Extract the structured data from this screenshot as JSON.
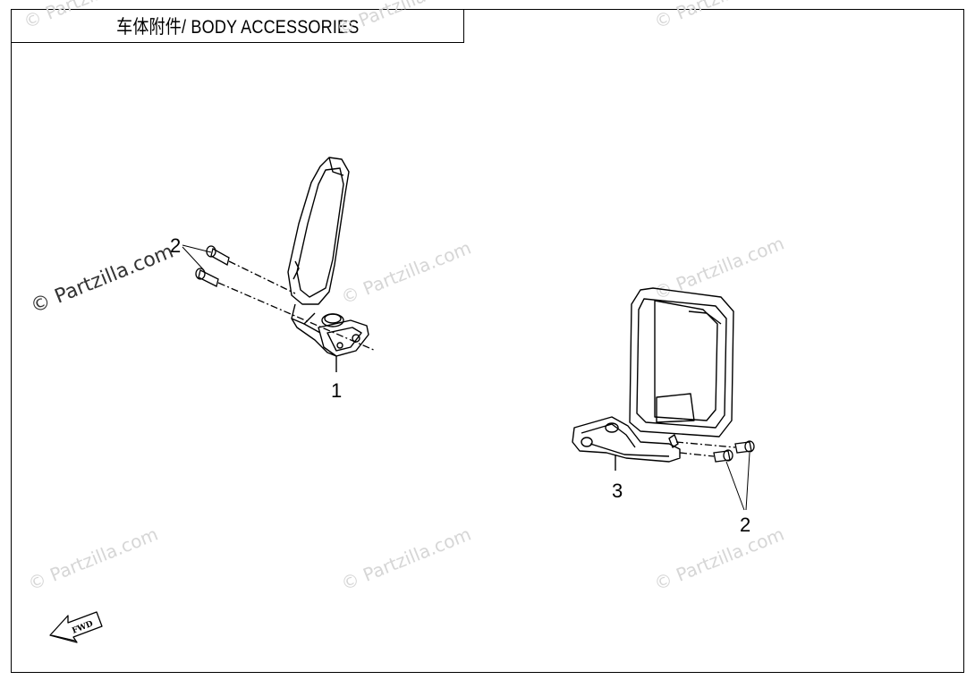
{
  "title": "车体附件/ BODY ACCESSORIES",
  "watermark": "Partzilla.com",
  "watermark_copyright": "©",
  "callouts": {
    "part1": "1",
    "part2_left": "2",
    "part2_right": "2",
    "part3": "3"
  },
  "fwd_label": "FWD",
  "colors": {
    "line": "#000000",
    "watermark": "#d6d6d6",
    "background": "#ffffff"
  }
}
